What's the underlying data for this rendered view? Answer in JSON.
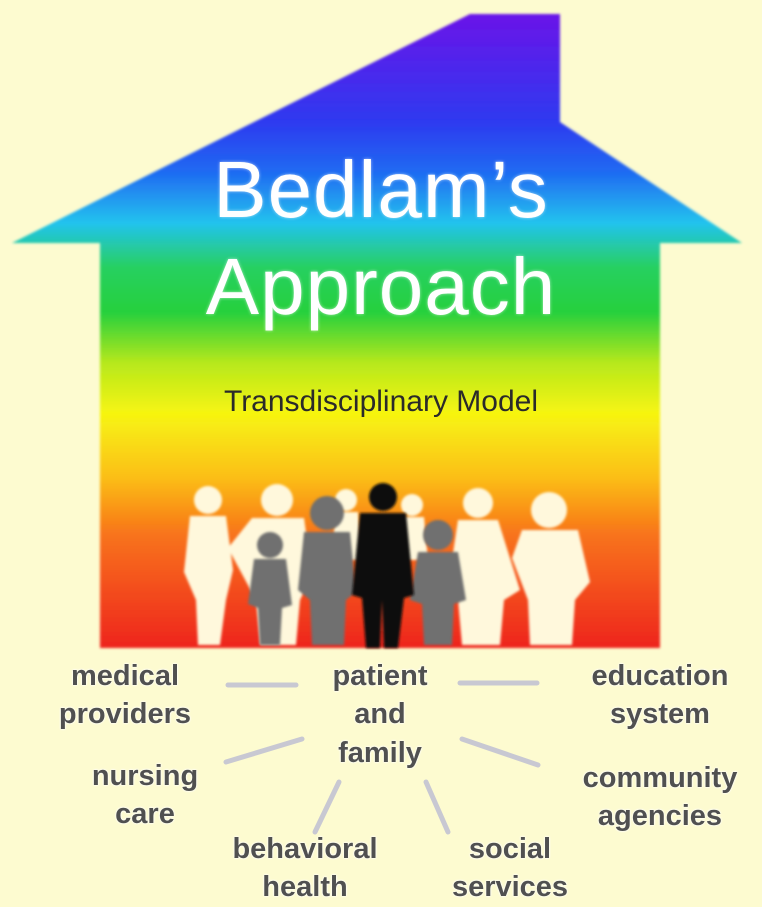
{
  "title_line1": "Bedlam’s",
  "title_line2": "Approach",
  "subtitle": "Transdisciplinary Model",
  "center": {
    "line1": "patient",
    "line2": "and",
    "line3": "family"
  },
  "nodes": {
    "medical_providers": [
      "medical",
      "providers"
    ],
    "education_system": [
      "education",
      "system"
    ],
    "nursing_care": [
      "nursing",
      "care"
    ],
    "community_agencies": [
      "community",
      "agencies"
    ],
    "behavioral_health": [
      "behavioral",
      "health"
    ],
    "social_services": [
      "social",
      "services"
    ]
  },
  "colors": {
    "background": "#fdfbd0",
    "gradient": [
      "#6a14e8",
      "#1f55f2",
      "#22c3ee",
      "#25d03d",
      "#b6e81c",
      "#f7f511",
      "#fbbf16",
      "#f8741a",
      "#ee241e"
    ],
    "adult_silhouette": "#fff8dc",
    "child_silhouette": "#6f6f6f",
    "man_silhouette": "#111111",
    "connector_line": "#c8c8d2",
    "label_text": "#505050"
  }
}
